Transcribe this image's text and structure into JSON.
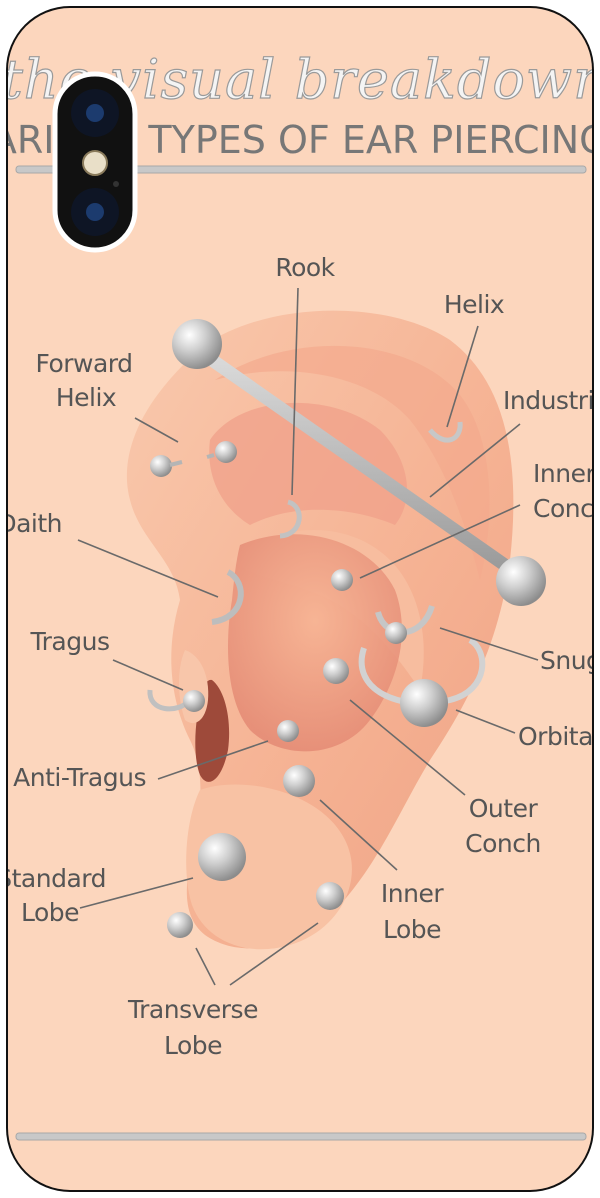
{
  "diagram": {
    "title_script": "the visual breakdown",
    "title_caps": "VARIOUS TYPES OF EAR PIERCINGS",
    "labels": {
      "rook": "Rook",
      "helix": "Helix",
      "forward_helix_1": "Forward",
      "forward_helix_2": "Helix",
      "industrial": "Industrial",
      "inner_conch_1": "Inner",
      "inner_conch_2": "Conch",
      "daith": "Daith",
      "tragus": "Tragus",
      "snug": "Snug",
      "orbital": "Orbital",
      "anti_tragus": "Anti-Tragus",
      "outer_conch_1": "Outer",
      "outer_conch_2": "Conch",
      "standard_lobe_1": "Standard",
      "standard_lobe_2": "Lobe",
      "inner_lobe_1": "Inner",
      "inner_lobe_2": "Lobe",
      "transverse_lobe_1": "Transverse",
      "transverse_lobe_2": "Lobe"
    }
  },
  "colors": {
    "case_background": "#fcd6bd",
    "case_border": "#111111",
    "ear_skin": "#f6b89a",
    "ear_shadow": "#e48e78",
    "jewelry": "#b8b8b8",
    "label_text": "#555555"
  }
}
